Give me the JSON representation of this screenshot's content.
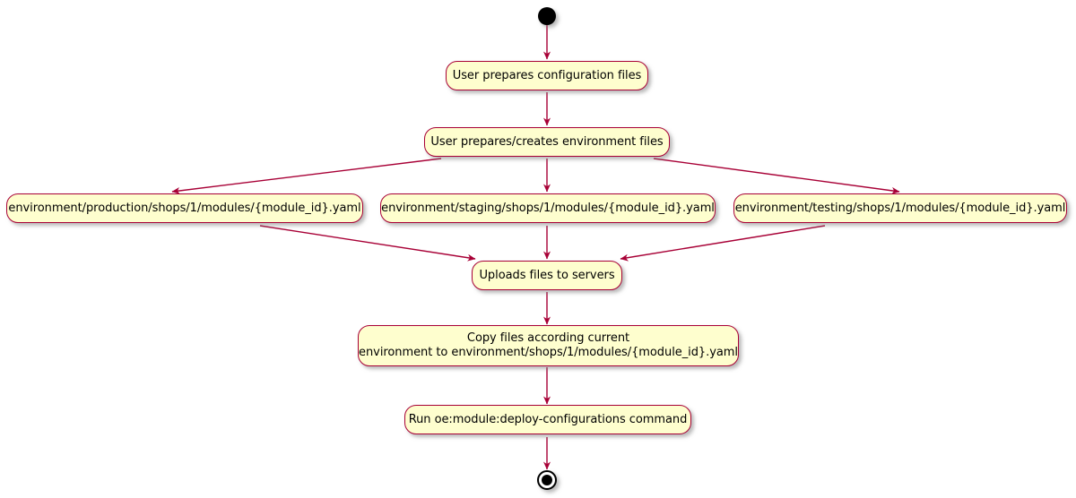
{
  "diagram": {
    "type": "activity-diagram",
    "title": "",
    "colors": {
      "node_fill": "#FEFECE",
      "node_border": "#A80036",
      "edge": "#A80036",
      "terminator": "#000000",
      "background": "#FFFFFF"
    },
    "start_node": {
      "name": "start"
    },
    "end_node": {
      "name": "end"
    },
    "nodes": [
      {
        "id": "prepare_config",
        "label": "User prepares configuration files"
      },
      {
        "id": "prepare_env",
        "label": "User prepares/creates environment files"
      },
      {
        "id": "production",
        "label": "environment/production/shops/1/modules/{module_id}.yaml"
      },
      {
        "id": "staging",
        "label": "environment/staging/shops/1/modules/{module_id}.yaml"
      },
      {
        "id": "testing",
        "label": "environment/testing/shops/1/modules/{module_id}.yaml"
      },
      {
        "id": "upload",
        "label": "Uploads files to servers"
      },
      {
        "id": "copy_line1",
        "label": "Copy files according current"
      },
      {
        "id": "copy_line2",
        "label": "environment to environment/shops/1/modules/{module_id}.yaml"
      },
      {
        "id": "run_command",
        "label": "Run oe:module:deploy-configurations command"
      }
    ],
    "edges": [
      {
        "from": "start",
        "to": "prepare_config"
      },
      {
        "from": "prepare_config",
        "to": "prepare_env"
      },
      {
        "from": "prepare_env",
        "to": "production"
      },
      {
        "from": "prepare_env",
        "to": "staging"
      },
      {
        "from": "prepare_env",
        "to": "testing"
      },
      {
        "from": "production",
        "to": "upload"
      },
      {
        "from": "staging",
        "to": "upload"
      },
      {
        "from": "testing",
        "to": "upload"
      },
      {
        "from": "upload",
        "to": "copy"
      },
      {
        "from": "copy",
        "to": "run_command"
      },
      {
        "from": "run_command",
        "to": "end"
      }
    ]
  }
}
